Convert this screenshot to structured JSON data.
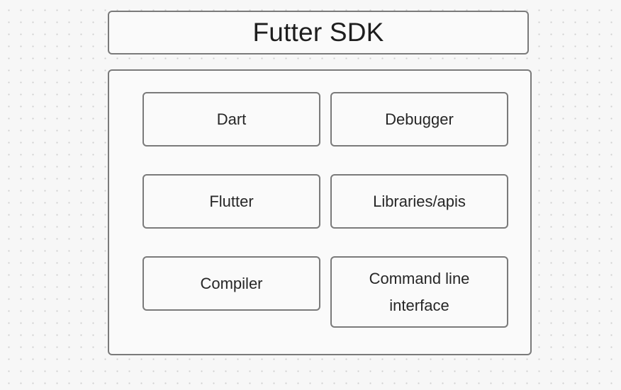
{
  "diagram": {
    "title": "Futter SDK",
    "components": {
      "dart": "Dart",
      "debugger": "Debugger",
      "flutter": "Flutter",
      "libraries": "Libraries/apis",
      "compiler": "Compiler",
      "cli": [
        "Command line",
        "interface"
      ]
    }
  }
}
